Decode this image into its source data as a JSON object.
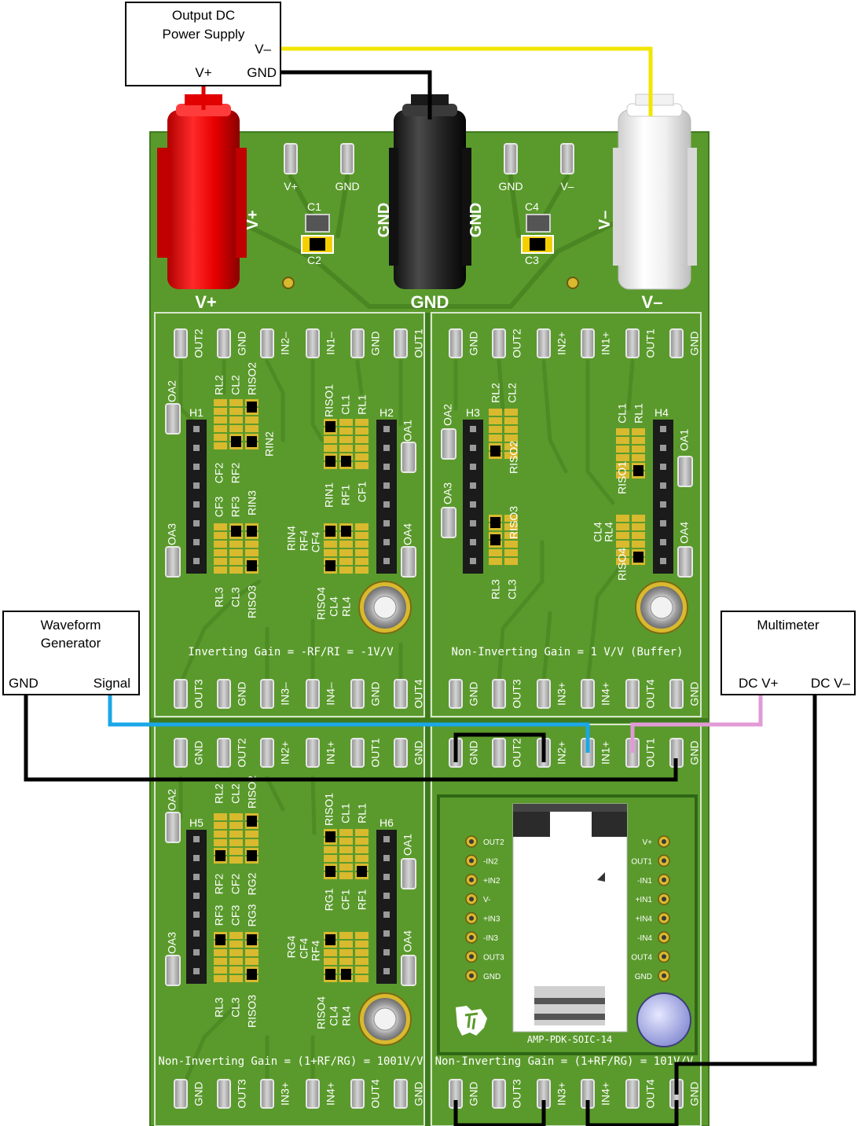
{
  "instruments": {
    "power_supply": {
      "title_line1": "Output DC",
      "title_line2": "Power Supply",
      "terminal_vminus": "V–",
      "terminal_vplus": "V+",
      "terminal_gnd": "GND"
    },
    "waveform_generator": {
      "title_line1": "Waveform",
      "title_line2": "Generator",
      "terminal_gnd": "GND",
      "terminal_signal": "Signal"
    },
    "multimeter": {
      "title": "Multimeter",
      "terminal_dcvplus": "DC V+",
      "terminal_dcvminus": "DC V–"
    }
  },
  "power_section": {
    "jack_vplus_label": "V+",
    "jack_vminus_label": "V–",
    "jack_gnd_label": "GND",
    "silk_vplus_side": "V+",
    "silk_vminus_side": "V–",
    "silk_gnd_left": "GND",
    "silk_gnd_right": "GND",
    "pad_labels": [
      "V+",
      "GND",
      "GND",
      "V–"
    ],
    "cap_labels": [
      "C1",
      "C2",
      "C4",
      "C3"
    ]
  },
  "modules": {
    "top_left": {
      "header": "H1",
      "header2": "H2",
      "top_pins": [
        "OUT2",
        "GND",
        "IN2–",
        "IN1–",
        "GND",
        "OUT1"
      ],
      "bottom_pins": [
        "OUT3",
        "GND",
        "IN3–",
        "IN4–",
        "GND",
        "OUT4"
      ],
      "oa": [
        "OA2",
        "OA3",
        "OA1",
        "OA4"
      ],
      "comp_groups": [
        "RL2",
        "CL2",
        "RISO2",
        "RIN2",
        "CF2",
        "RF2",
        "CF3",
        "RF3",
        "RIN3",
        "RL3",
        "CL3",
        "RISO3",
        "RISO1",
        "CL1",
        "RL1",
        "RIN1",
        "RF1",
        "CF1",
        "RIN4",
        "RF4",
        "CF4",
        "RISO4",
        "CL4",
        "RL4"
      ],
      "gain_text": "Inverting Gain = -RF/RI = -1V/V"
    },
    "top_right": {
      "header": "H3",
      "header2": "H4",
      "top_pins": [
        "GND",
        "OUT2",
        "IN2+",
        "IN1+",
        "OUT1",
        "GND"
      ],
      "bottom_pins": [
        "GND",
        "OUT3",
        "IN3+",
        "IN4+",
        "OUT4",
        "GND"
      ],
      "oa": [
        "OA2",
        "OA3",
        "OA1",
        "OA4"
      ],
      "comp_groups": [
        "RL2",
        "CL2",
        "RISO2",
        "RISO3",
        "RL3",
        "CL3",
        "CL1",
        "RL1",
        "RISO1",
        "CL4",
        "RL4",
        "RISO4"
      ],
      "gain_text": "Non-Inverting Gain = 1 V/V (Buffer)"
    },
    "bottom_left": {
      "header": "H5",
      "header2": "H6",
      "top_pins": [
        "GND",
        "OUT2",
        "IN2+",
        "IN1+",
        "OUT1",
        "GND"
      ],
      "bottom_pins": [
        "GND",
        "OUT3",
        "IN3+",
        "IN4+",
        "OUT4",
        "GND"
      ],
      "oa": [
        "OA2",
        "OA3",
        "OA1",
        "OA4"
      ],
      "comp_groups": [
        "RL2",
        "CL2",
        "RISO2",
        "RF2",
        "CF2",
        "RG2",
        "RF3",
        "CF3",
        "RG3",
        "RL3",
        "CL3",
        "RISO3",
        "RISO1",
        "CL1",
        "RL1",
        "RG1",
        "CF1",
        "RF1",
        "RG4",
        "CF4",
        "RF4",
        "RISO4",
        "CL4",
        "RL4"
      ],
      "gain_text": "Non-Inverting Gain = (1+RF/RG) = 1001V/V"
    },
    "bottom_right": {
      "top_pins": [
        "GND",
        "OUT2",
        "IN2+",
        "IN1+",
        "OUT1",
        "GND"
      ],
      "bottom_pins": [
        "GND",
        "OUT3",
        "IN3+",
        "IN4+",
        "OUT4",
        "GND"
      ],
      "gain_text": "Non-Inverting Gain = (1+RF/RG) = 101V/V",
      "daughter_card": {
        "name": "AMP-PDK-SOIC-14",
        "left_pins": [
          "OUT2",
          "-IN2",
          "+IN2",
          "V-",
          "+IN3",
          "-IN3",
          "OUT3",
          "GND"
        ],
        "right_pins": [
          "V+",
          "OUT1",
          "-IN1",
          "+IN1",
          "+IN4",
          "-IN4",
          "OUT4",
          "GND"
        ]
      }
    }
  },
  "colors": {
    "board": "#5a9a2c",
    "board_dark": "#3f7a1e",
    "trace": "#4e8b25",
    "silk": "#ffffff",
    "pad": "#a9a9a9",
    "gold": "#d9b92e",
    "wire_red": "#e00000",
    "wire_black": "#000000",
    "wire_yellow": "#f2e600",
    "wire_blue": "#1aa7e8",
    "wire_pink": "#e29ad6"
  }
}
